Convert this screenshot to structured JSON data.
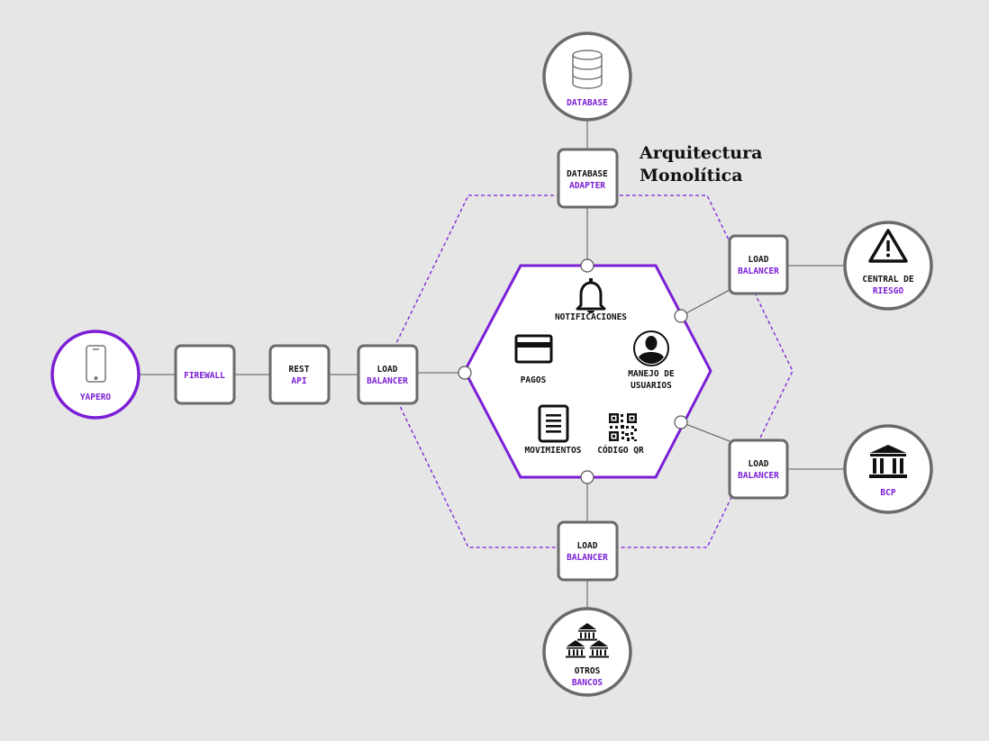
{
  "title": {
    "line1": "Arquitectura",
    "line2": "Monolítica"
  },
  "colors": {
    "accent": "#7b1fd6",
    "node_border": "#6a6a6a",
    "background": "#e6e6e6"
  },
  "nodes": {
    "database": {
      "label": "DATABASE",
      "icon": "database-icon"
    },
    "database_adapter": {
      "line1": "DATABASE",
      "line2": "ADAPTER"
    },
    "yapero": {
      "label": "YAPERO",
      "icon": "smartphone-icon"
    },
    "firewall": {
      "label": "FIREWALL"
    },
    "rest_api": {
      "line1": "REST",
      "line2": "API"
    },
    "lb_left": {
      "line1": "LOAD",
      "line2": "BALANCER"
    },
    "lb_top_right": {
      "line1": "LOAD",
      "line2": "BALANCER"
    },
    "lb_bottom_right": {
      "line1": "LOAD",
      "line2": "BALANCER"
    },
    "lb_bottom": {
      "line1": "LOAD",
      "line2": "BALANCER"
    },
    "central_riesgo": {
      "line1": "CENTRAL DE",
      "line2": "RIESGO",
      "icon": "warning-icon"
    },
    "bcp": {
      "label": "BCP",
      "icon": "bank-icon"
    },
    "otros_bancos": {
      "line1": "OTROS",
      "line2": "BANCOS",
      "icon": "banks-icon"
    }
  },
  "core": {
    "notificaciones": "NOTIFICACIONES",
    "pagos": "PAGOS",
    "manejo_line1": "MANEJO DE",
    "manejo_line2": "USUARIOS",
    "movimientos": "MOVIMIENTOS",
    "codigo_qr": "CÓDIGO QR"
  }
}
